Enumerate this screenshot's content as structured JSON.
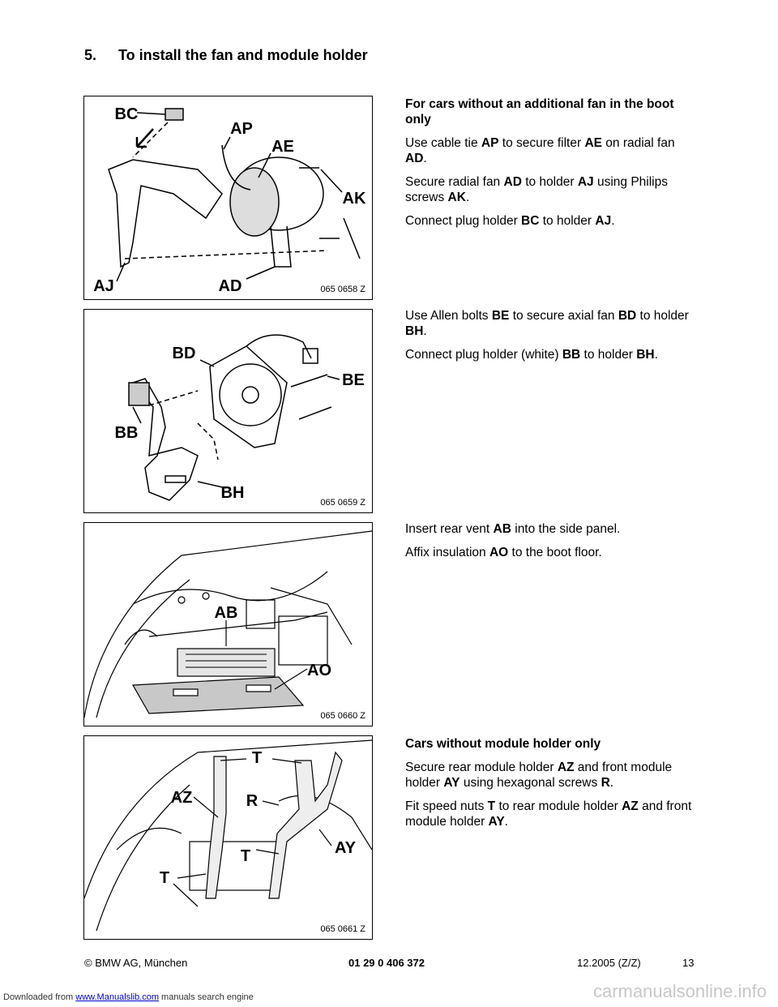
{
  "heading": {
    "number": "5.",
    "title": "To install the fan and module holder"
  },
  "figures": [
    {
      "id": "065 0658 Z",
      "labels": [
        "BC",
        "AP",
        "AE",
        "AK",
        "AJ",
        "AD"
      ]
    },
    {
      "id": "065 0659 Z",
      "labels": [
        "BD",
        "BE",
        "BB",
        "BH"
      ]
    },
    {
      "id": "065 0660 Z",
      "labels": [
        "AB",
        "AO"
      ]
    },
    {
      "id": "065 0661 Z",
      "labels": [
        "T",
        "AZ",
        "R",
        "AY",
        "T",
        "T"
      ]
    }
  ],
  "sections": [
    {
      "lead": "For cars without an additional fan in the boot only",
      "items": [
        [
          {
            "t": "Use cable tie "
          },
          {
            "b": "AP"
          },
          {
            "t": " to secure filter "
          },
          {
            "b": "AE"
          },
          {
            "t": " on radial fan "
          },
          {
            "b": "AD"
          },
          {
            "t": "."
          }
        ],
        [
          {
            "t": "Secure radial fan "
          },
          {
            "b": "AD"
          },
          {
            "t": " to holder "
          },
          {
            "b": "AJ"
          },
          {
            "t": " using Philips screws "
          },
          {
            "b": "AK"
          },
          {
            "t": "."
          }
        ],
        [
          {
            "t": "Connect plug holder "
          },
          {
            "b": "BC"
          },
          {
            "t": " to holder "
          },
          {
            "b": "AJ"
          },
          {
            "t": "."
          }
        ]
      ]
    },
    {
      "lead": "",
      "items": [
        [
          {
            "t": "Use Allen bolts "
          },
          {
            "b": "BE"
          },
          {
            "t": " to secure axial fan "
          },
          {
            "b": "BD"
          },
          {
            "t": " to holder "
          },
          {
            "b": "BH"
          },
          {
            "t": "."
          }
        ],
        [
          {
            "t": "Connect plug holder (white) "
          },
          {
            "b": "BB"
          },
          {
            "t": " to holder "
          },
          {
            "b": "BH"
          },
          {
            "t": "."
          }
        ]
      ]
    },
    {
      "lead": "",
      "items": [
        [
          {
            "t": "Insert rear vent "
          },
          {
            "b": "AB"
          },
          {
            "t": " into the side panel."
          }
        ],
        [
          {
            "t": "Affix insulation "
          },
          {
            "b": "AO"
          },
          {
            "t": " to the boot floor."
          }
        ]
      ]
    },
    {
      "lead": "Cars without module holder only",
      "items": [
        [
          {
            "t": "Secure rear module holder "
          },
          {
            "b": "AZ"
          },
          {
            "t": " and front module holder "
          },
          {
            "b": "AY"
          },
          {
            "t": " using hexagonal screws "
          },
          {
            "b": "R"
          },
          {
            "t": "."
          }
        ],
        [
          {
            "t": "Fit speed nuts "
          },
          {
            "b": "T"
          },
          {
            "t": " to rear module holder "
          },
          {
            "b": "AZ"
          },
          {
            "t": " and front module holder "
          },
          {
            "b": "AY"
          },
          {
            "t": "."
          }
        ]
      ]
    }
  ],
  "footer": {
    "copyright": "© BMW AG, München",
    "docnum": "01 29 0 406 372",
    "date": "12.2005 (Z/Z)",
    "page": "13"
  },
  "download": {
    "prefix": "Downloaded from ",
    "link": "www.Manualslib.com",
    "suffix": " manuals search engine"
  },
  "watermark": "carmanualsonline.info"
}
